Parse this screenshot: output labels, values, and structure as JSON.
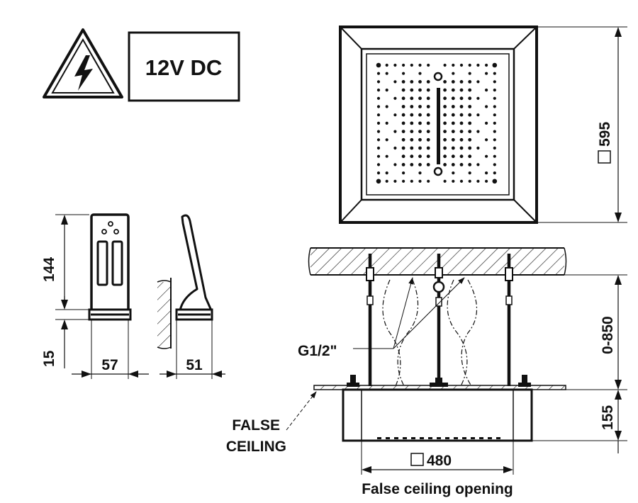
{
  "voltage_label": "12V DC",
  "icons": {
    "warning": "high-voltage-warning-icon"
  },
  "top_view": {
    "size_label": "595"
  },
  "control_unit": {
    "height_label": "144",
    "base_label": "15",
    "front_width_label": "57",
    "side_width_label": "51"
  },
  "section_view": {
    "drop_label": "0-850",
    "body_label": "155",
    "thread_label": "G1/2\"",
    "false_ceiling_line1": "FALSE",
    "false_ceiling_line2": "CEILING",
    "opening_size_label": "480",
    "opening_caption": "False ceiling opening"
  },
  "colors": {
    "ink": "#111111",
    "paper": "#ffffff",
    "dot": "#111111"
  }
}
